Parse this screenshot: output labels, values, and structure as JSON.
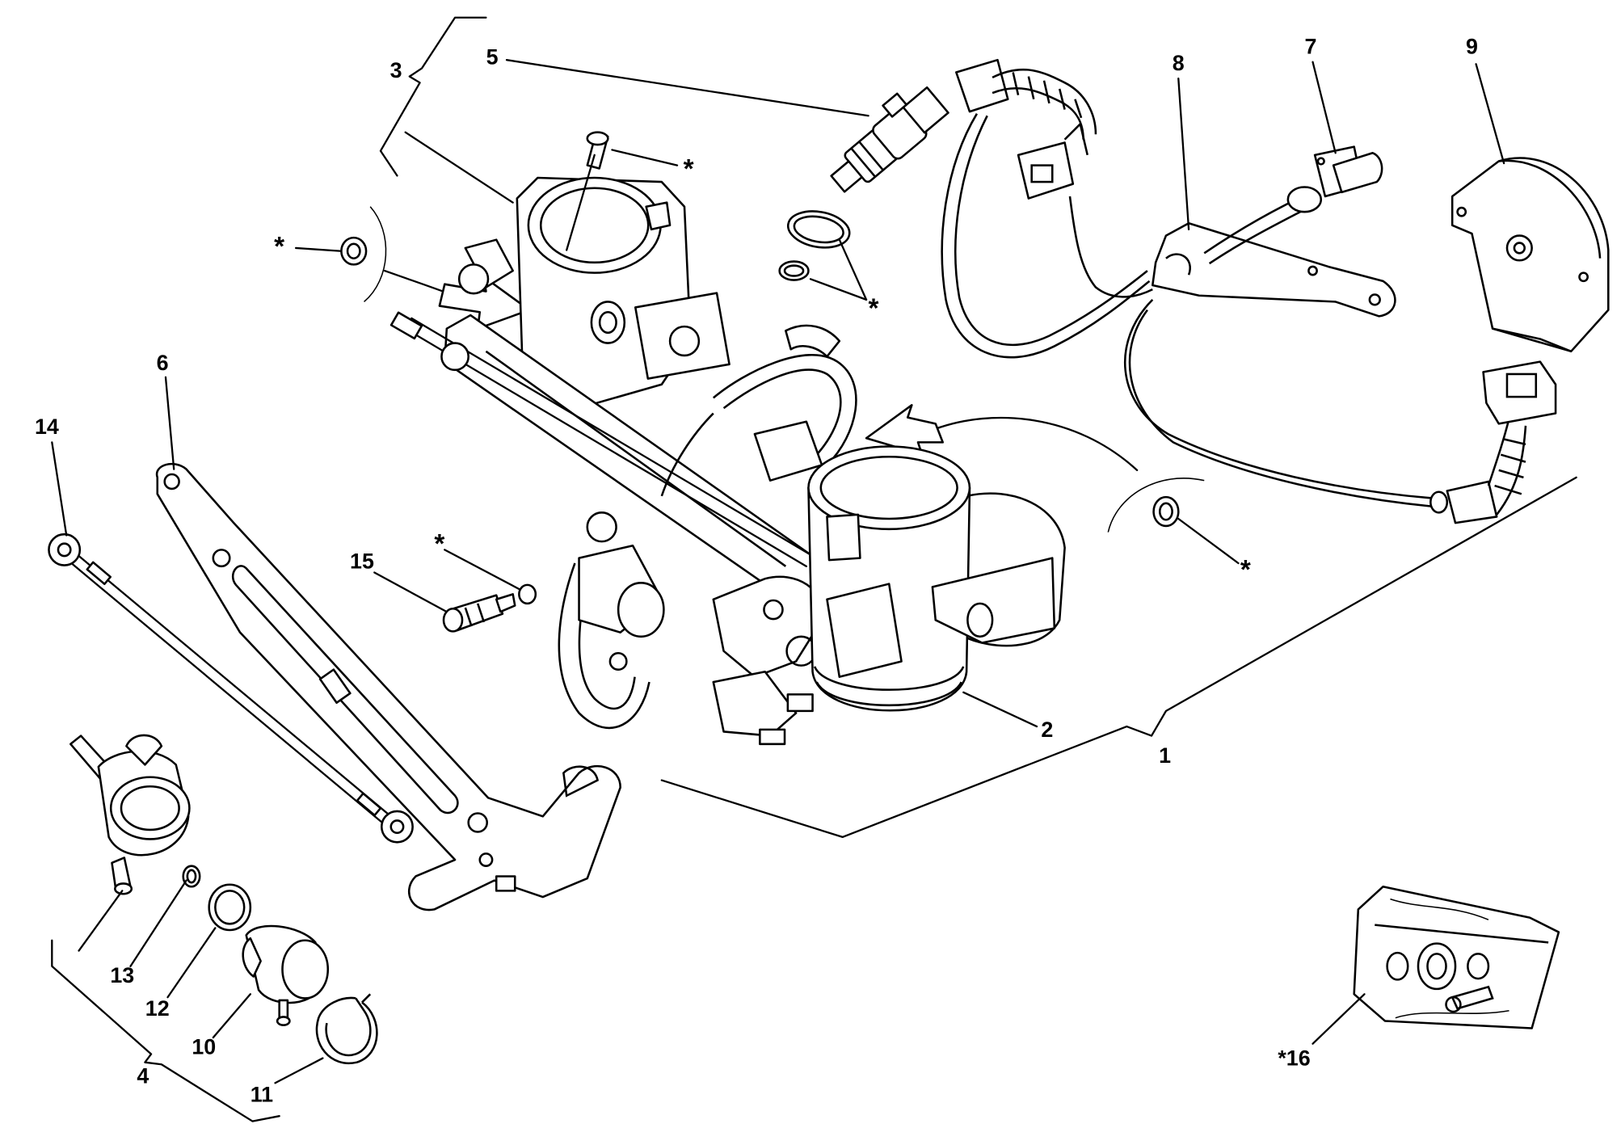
{
  "figure": {
    "callouts": [
      "1",
      "2",
      "3",
      "4",
      "5",
      "6",
      "7",
      "8",
      "9",
      "10",
      "11",
      "12",
      "13",
      "14",
      "15",
      "*16"
    ],
    "asterisk": "*"
  },
  "colors": {
    "line": "#000000",
    "background": "#ffffff"
  }
}
